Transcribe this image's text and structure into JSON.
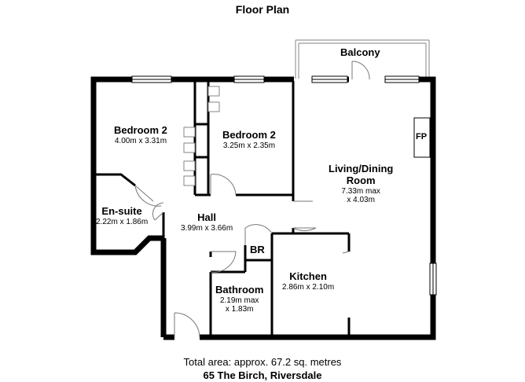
{
  "title": "Floor Plan",
  "rooms": {
    "balcony": {
      "name": "Balcony"
    },
    "bedroom_left": {
      "name": "Bedroom 2",
      "dims": "4.00m x 3.31m"
    },
    "bedroom_mid": {
      "name": "Bedroom 2",
      "dims": "3.25m x 2.35m"
    },
    "living": {
      "name": "Living/Dining",
      "name2": "Room",
      "dims": "7.33m max",
      "dims2": "x 4.03m"
    },
    "fireplace": {
      "name": "FP"
    },
    "ensuite": {
      "name": "En-suite",
      "dims": "2.22m x 1.86m"
    },
    "hall": {
      "name": "Hall",
      "dims": "3.99m x 3.66m"
    },
    "boiler_room": {
      "name": "BR"
    },
    "kitchen": {
      "name": "Kitchen",
      "dims": "2.86m x 2.10m"
    },
    "bathroom": {
      "name": "Bathroom",
      "dims": "2.19m max",
      "dims2": "x 1.83m"
    }
  },
  "footer": {
    "area": "Total area: approx. 67.2 sq. metres",
    "address": "65 The Birch, Riversdale"
  }
}
